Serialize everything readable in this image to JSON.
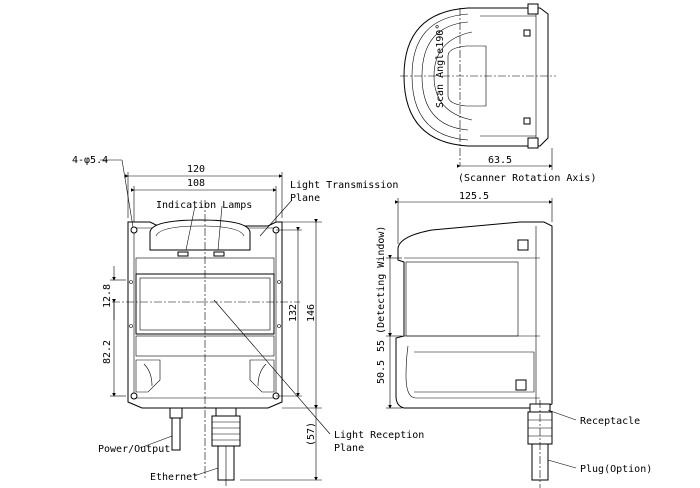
{
  "labels": {
    "holes": "4-φ5.4",
    "width_outer": "120",
    "width_inner": "108",
    "indication_lamps": "Indication Lamps",
    "light_transmission_1": "Light Transmission",
    "light_transmission_2": "Plane",
    "dim_12_8": "12.8",
    "dim_82_2": "82.2",
    "dim_132": "132",
    "dim_146": "146",
    "dim_57": "(57)",
    "light_reception_1": "Light Reception",
    "light_reception_2": "Plane",
    "power_output": "Power/Output",
    "ethernet": "Ethernet",
    "scan_angle": "Scan Angle190°",
    "dim_63_5": "63.5",
    "rotation_axis": "(Scanner Rotation Axis)",
    "dim_125_5": "125.5",
    "detecting_window": "55 (Detecting Window)",
    "dim_50_5": "50.5",
    "receptacle": "Receptacle",
    "plug": "Plug(Option)"
  }
}
